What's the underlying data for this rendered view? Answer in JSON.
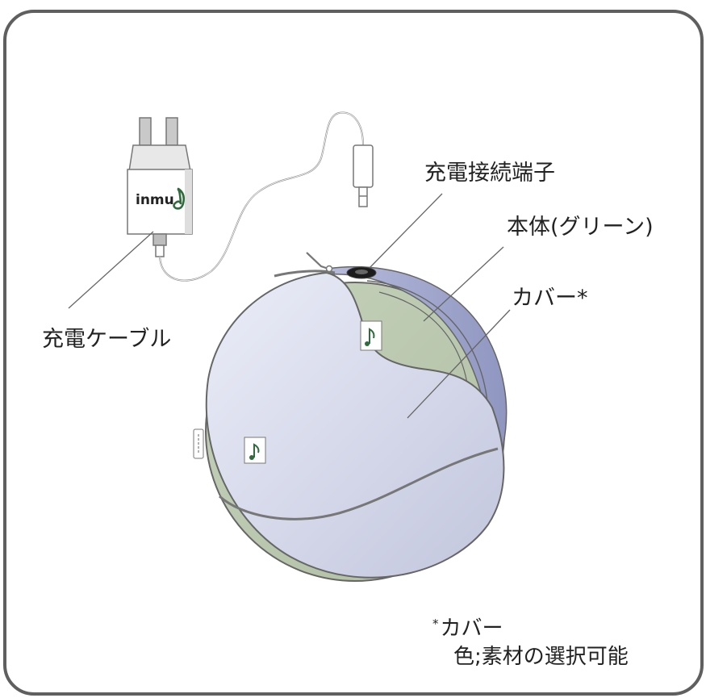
{
  "labels": {
    "charging_port": "充電接続端子",
    "body": "本体(グリーン)",
    "cover": "カバー*",
    "charging_cable": "充電ケーブル"
  },
  "charger": {
    "logo_text": "inmu"
  },
  "note": {
    "asterisk": "*",
    "title": "カバー",
    "detail": "色;素材の選択可能"
  },
  "colors": {
    "frame": "#5f5f5f",
    "cover": "#d2d6ea",
    "body": "#b9c7ad",
    "rim": "#a2a8cc",
    "line": "#666666",
    "logo_green": "#2f6b3c"
  },
  "icons": {
    "tag": "music-note-icon"
  }
}
